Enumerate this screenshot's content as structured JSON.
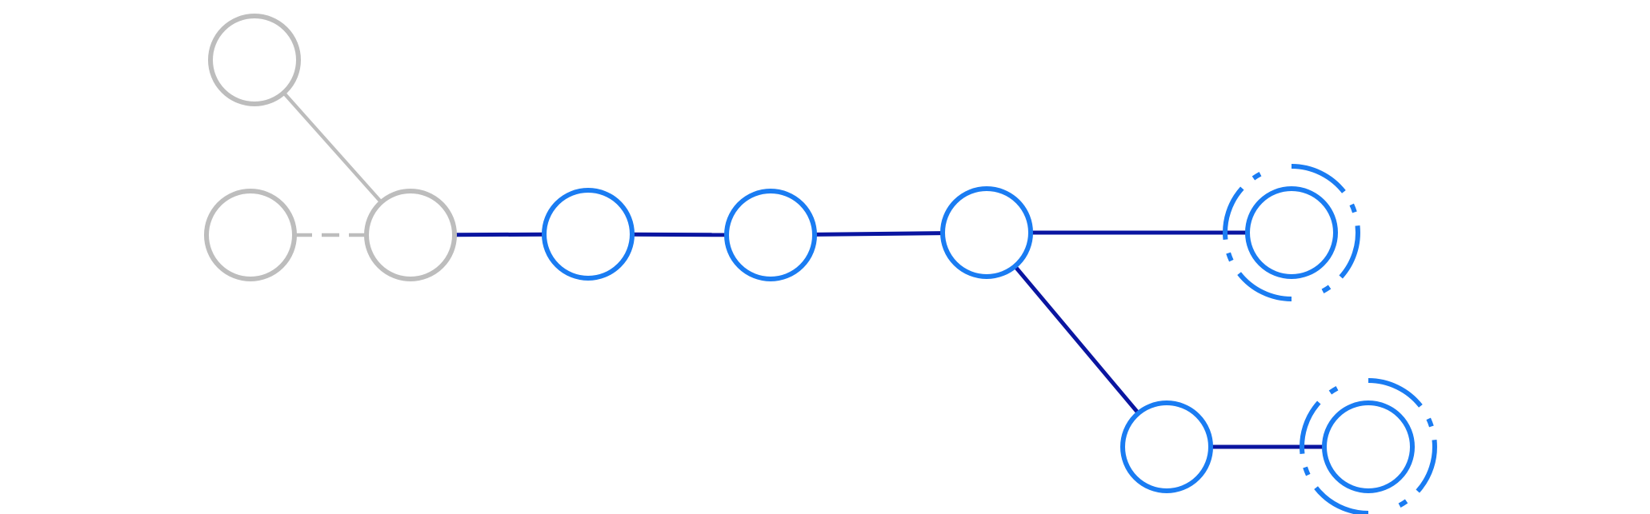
{
  "colors": {
    "background": "#ffffff",
    "inactive_node": "#bdbdbd",
    "inactive_edge": "#bdbdbd",
    "active_node": "#1a7cf2",
    "active_edge": "#0a15a0",
    "halo": "#1a7cf2"
  },
  "nodes": [
    {
      "id": "n-top-left",
      "state": "inactive"
    },
    {
      "id": "n-mid-left",
      "state": "inactive"
    },
    {
      "id": "n-junction",
      "state": "inactive"
    },
    {
      "id": "n-1",
      "state": "active"
    },
    {
      "id": "n-2",
      "state": "active"
    },
    {
      "id": "n-branch",
      "state": "active"
    },
    {
      "id": "n-tip-upper",
      "state": "active",
      "halo": true
    },
    {
      "id": "n-lower",
      "state": "active"
    },
    {
      "id": "n-tip-lower",
      "state": "active",
      "halo": true
    }
  ],
  "edges": [
    {
      "from": "n-top-left",
      "to": "n-junction",
      "style": "solid",
      "state": "inactive"
    },
    {
      "from": "n-mid-left",
      "to": "n-junction",
      "style": "dashed",
      "state": "inactive"
    },
    {
      "from": "n-junction",
      "to": "n-1",
      "style": "solid",
      "state": "active"
    },
    {
      "from": "n-1",
      "to": "n-2",
      "style": "solid",
      "state": "active"
    },
    {
      "from": "n-2",
      "to": "n-branch",
      "style": "solid",
      "state": "active"
    },
    {
      "from": "n-branch",
      "to": "n-tip-upper",
      "style": "solid",
      "state": "active"
    },
    {
      "from": "n-branch",
      "to": "n-lower",
      "style": "solid",
      "state": "active"
    },
    {
      "from": "n-lower",
      "to": "n-tip-lower",
      "style": "solid",
      "state": "active"
    }
  ]
}
